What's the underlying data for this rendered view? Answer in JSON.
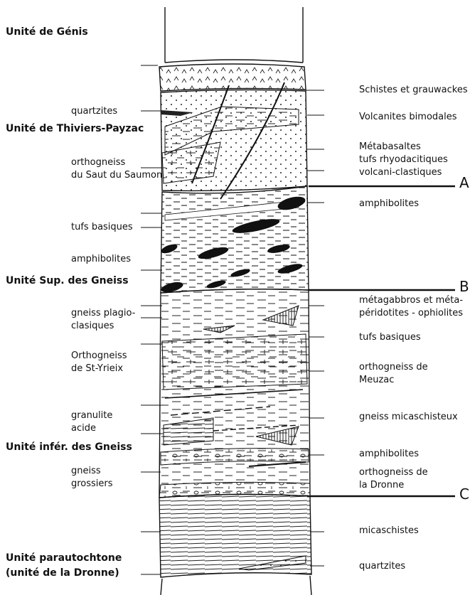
{
  "units": {
    "genis": "Unité de Génis",
    "thiviers": "Unité de Thiviers-Payzac",
    "sup_gneiss": "Unité Sup. des Gneiss",
    "infer_gneiss": "Unité infér. des Gneiss",
    "parautochtone_1": "Unité parautochtone",
    "parautochtone_2": "(unité de la Dronne)"
  },
  "left_labels": {
    "quartzites": "quartzites",
    "orthogneiss_saut_1": "orthogneiss",
    "orthogneiss_saut_2": "du Saut du Saumon",
    "tufs_basiques": "tufs basiques",
    "amphibolites": "amphibolites",
    "gneiss_plagio_1": "gneiss plagio-",
    "gneiss_plagio_2": "clasiques",
    "orthogneiss_yrieix_1": "Orthogneiss",
    "orthogneiss_yrieix_2": "de St-Yrieix",
    "granulite_1": "granulite",
    "granulite_2": "acide",
    "gneiss_grossiers_1": "gneiss",
    "gneiss_grossiers_2": "grossiers"
  },
  "right_labels": {
    "schistes": "Schistes et grauwackes",
    "volcanites": "Volcanites bimodales",
    "metabasaltes": "Métabasaltes",
    "tufs_rhyo": "tufs rhyodacitiques",
    "volcani": "volcani-clastiques",
    "amphibolites": "amphibolites",
    "metagabbros_1": "métagabbros et méta-",
    "metagabbros_2": "péridotites - ophiolites",
    "tufs_basiques": "tufs basiques",
    "orthogneiss_meuzac_1": "orthogneiss de",
    "orthogneiss_meuzac_2": "Meuzac",
    "gneiss_micaschisteux": "gneiss micaschisteux",
    "amphibolites_2": "amphibolites",
    "orthogneiss_dronne_1": "orthogneiss de",
    "orthogneiss_dronne_2": "la Dronne",
    "micaschistes": "micaschistes",
    "quartzites": "quartzites"
  },
  "contacts": {
    "a": "A",
    "b": "B",
    "c": "C"
  }
}
